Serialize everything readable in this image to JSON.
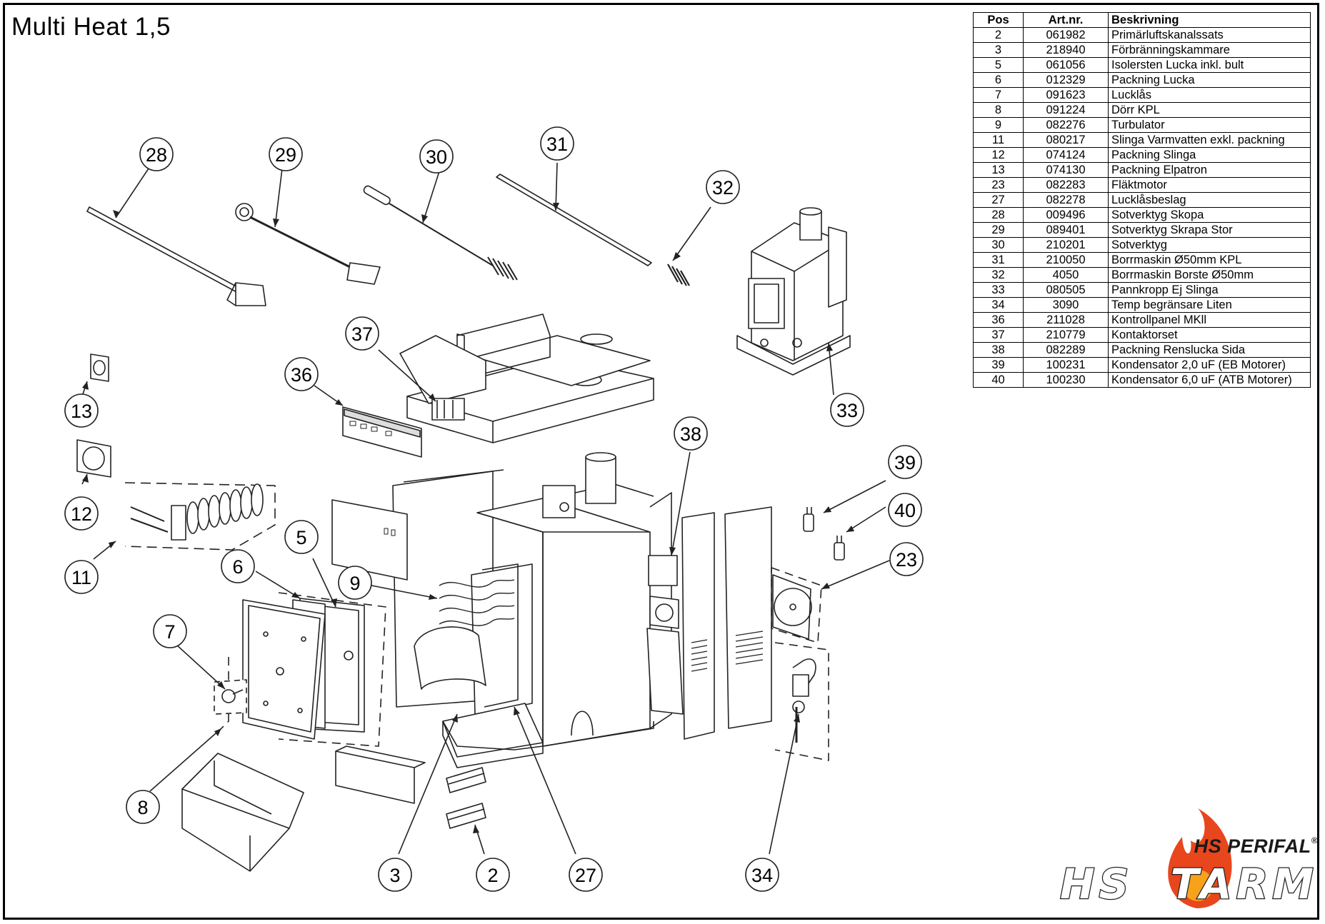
{
  "title": "Multi Heat 1,5",
  "table": {
    "headers": [
      "Pos",
      "Art.nr.",
      "Beskrivning"
    ],
    "rows": [
      {
        "pos": "2",
        "art": "061982",
        "desc": "Primärluftskanalssats"
      },
      {
        "pos": "3",
        "art": "218940",
        "desc": "Förbränningskammare"
      },
      {
        "pos": "5",
        "art": "061056",
        "desc": "Isolersten Lucka inkl. bult"
      },
      {
        "pos": "6",
        "art": "012329",
        "desc": "Packning Lucka"
      },
      {
        "pos": "7",
        "art": "091623",
        "desc": "Lucklås"
      },
      {
        "pos": "8",
        "art": "091224",
        "desc": "Dörr KPL"
      },
      {
        "pos": "9",
        "art": "082276",
        "desc": "Turbulator"
      },
      {
        "pos": "11",
        "art": "080217",
        "desc": "Slinga Varmvatten exkl. packning"
      },
      {
        "pos": "12",
        "art": "074124",
        "desc": "Packning Slinga"
      },
      {
        "pos": "13",
        "art": "074130",
        "desc": "Packning Elpatron"
      },
      {
        "pos": "23",
        "art": "082283",
        "desc": "Fläktmotor"
      },
      {
        "pos": "27",
        "art": "082278",
        "desc": "Lucklåsbeslag"
      },
      {
        "pos": "28",
        "art": "009496",
        "desc": "Sotverktyg Skopa"
      },
      {
        "pos": "29",
        "art": "089401",
        "desc": "Sotverktyg Skrapa Stor"
      },
      {
        "pos": "30",
        "art": "210201",
        "desc": "Sotverktyg"
      },
      {
        "pos": "31",
        "art": "210050",
        "desc": "Borrmaskin Ø50mm KPL"
      },
      {
        "pos": "32",
        "art": "4050",
        "desc": "Borrmaskin Borste Ø50mm"
      },
      {
        "pos": "33",
        "art": "080505",
        "desc": "Pannkropp Ej Slinga"
      },
      {
        "pos": "34",
        "art": "3090",
        "desc": "Temp begränsare Liten"
      },
      {
        "pos": "36",
        "art": "211028",
        "desc": "Kontrollpanel MKll"
      },
      {
        "pos": "37",
        "art": "210779",
        "desc": "Kontaktorset"
      },
      {
        "pos": "38",
        "art": "082289",
        "desc": "Packning Renslucka Sida"
      },
      {
        "pos": "39",
        "art": "100231",
        "desc": "Kondensator 2,0 uF (EB Motorer)"
      },
      {
        "pos": "40",
        "art": "100230",
        "desc": "Kondensator 6,0 uF (ATB Motorer)"
      }
    ]
  },
  "callouts": [
    "28",
    "29",
    "30",
    "31",
    "32",
    "37",
    "36",
    "13",
    "33",
    "12",
    "38",
    "39",
    "40",
    "23",
    "11",
    "5",
    "6",
    "9",
    "7",
    "8",
    "3",
    "2",
    "27",
    "34"
  ],
  "logo": {
    "small_text": "HS PERIFAL",
    "big_text": "HS TARM",
    "registered": "®",
    "colors": {
      "flame": "#e8461d",
      "flame_inner": "#f7a21b",
      "text_stroke": "#222222"
    }
  }
}
